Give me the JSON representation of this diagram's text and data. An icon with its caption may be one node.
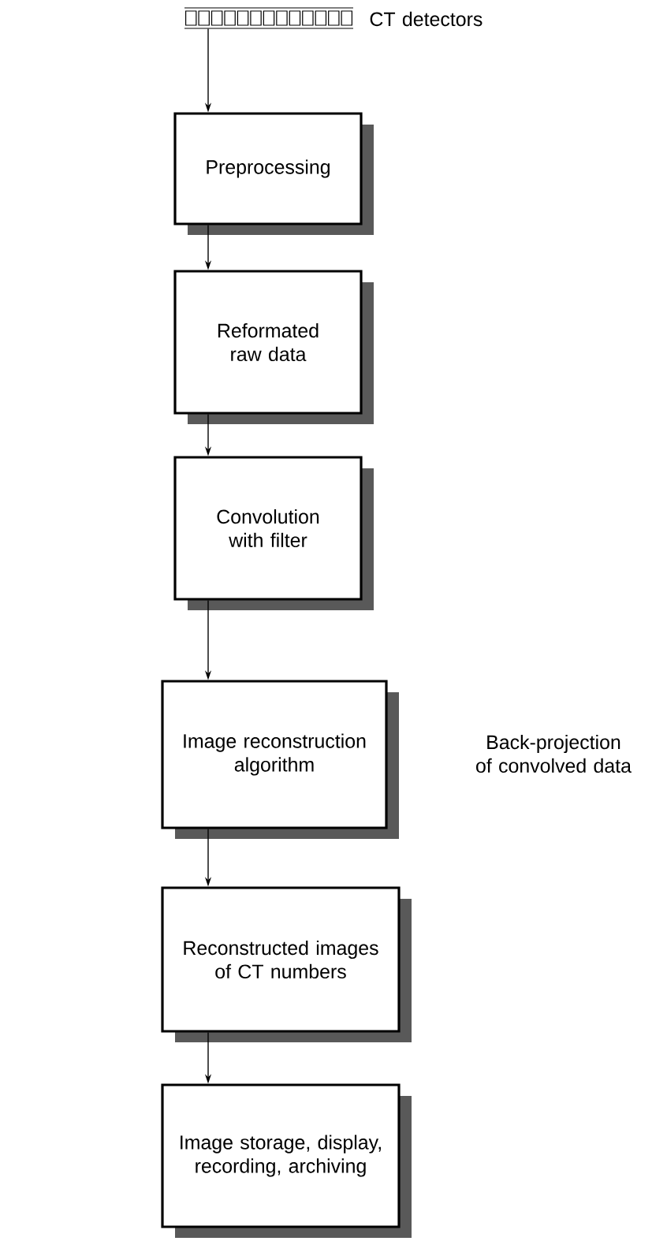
{
  "diagram": {
    "nodes": [
      {
        "text": [],
        "shape": "bar",
        "beside": [
          "CT detectors"
        ]
      },
      {
        "text": [
          "Preprocessing"
        ]
      },
      {
        "text": [
          "Reformated raw data"
        ]
      },
      {
        "text": [
          "Convolution with filter"
        ]
      },
      {
        "text": [
          "Image reconstruction algorithm"
        ],
        "beside": [
          "Back-projection of convolved data"
        ]
      },
      {
        "text": [
          "Reconstructed images of CT numbers"
        ]
      },
      {
        "text": [
          "Image storage, display, recording, archiving"
        ]
      }
    ],
    "edges": [
      {
        "from": 0,
        "to": 1,
        "arrow": "to"
      },
      {
        "from": 1,
        "to": 2,
        "arrow": "to"
      },
      {
        "from": 2,
        "to": 3,
        "arrow": "to"
      },
      {
        "from": 3,
        "to": 4,
        "arrow": "to"
      },
      {
        "from": 4,
        "to": 5,
        "arrow": "to"
      },
      {
        "from": 5,
        "to": 6,
        "arrow": "to"
      }
    ]
  }
}
